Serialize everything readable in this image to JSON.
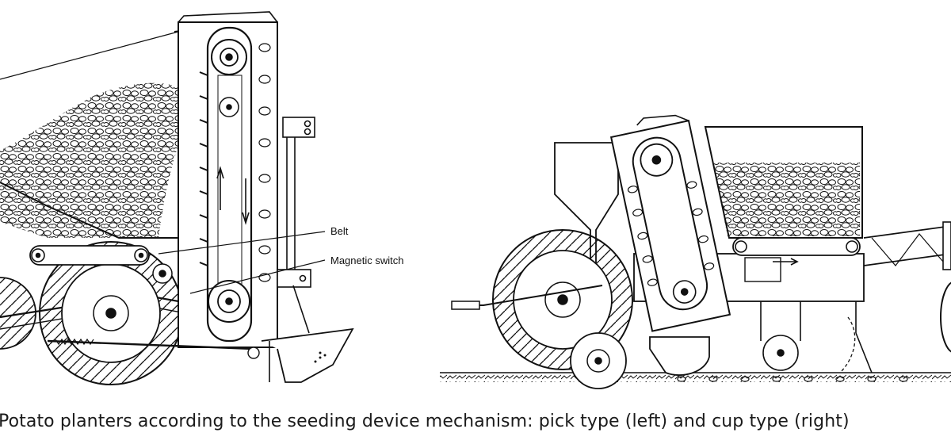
{
  "figure": {
    "left_machine": {
      "labels": {
        "belt": "Belt",
        "magnetic_switch": "Magnetic switch"
      }
    }
  },
  "caption": {
    "text": "Potato planters according to the seeding device mechanism: pick type (left) and cup type (right)"
  },
  "colors": {
    "ink": "#111111",
    "background": "#ffffff"
  },
  "icons": [
    "pick-type-planter-drawing",
    "cup-type-planter-drawing"
  ]
}
